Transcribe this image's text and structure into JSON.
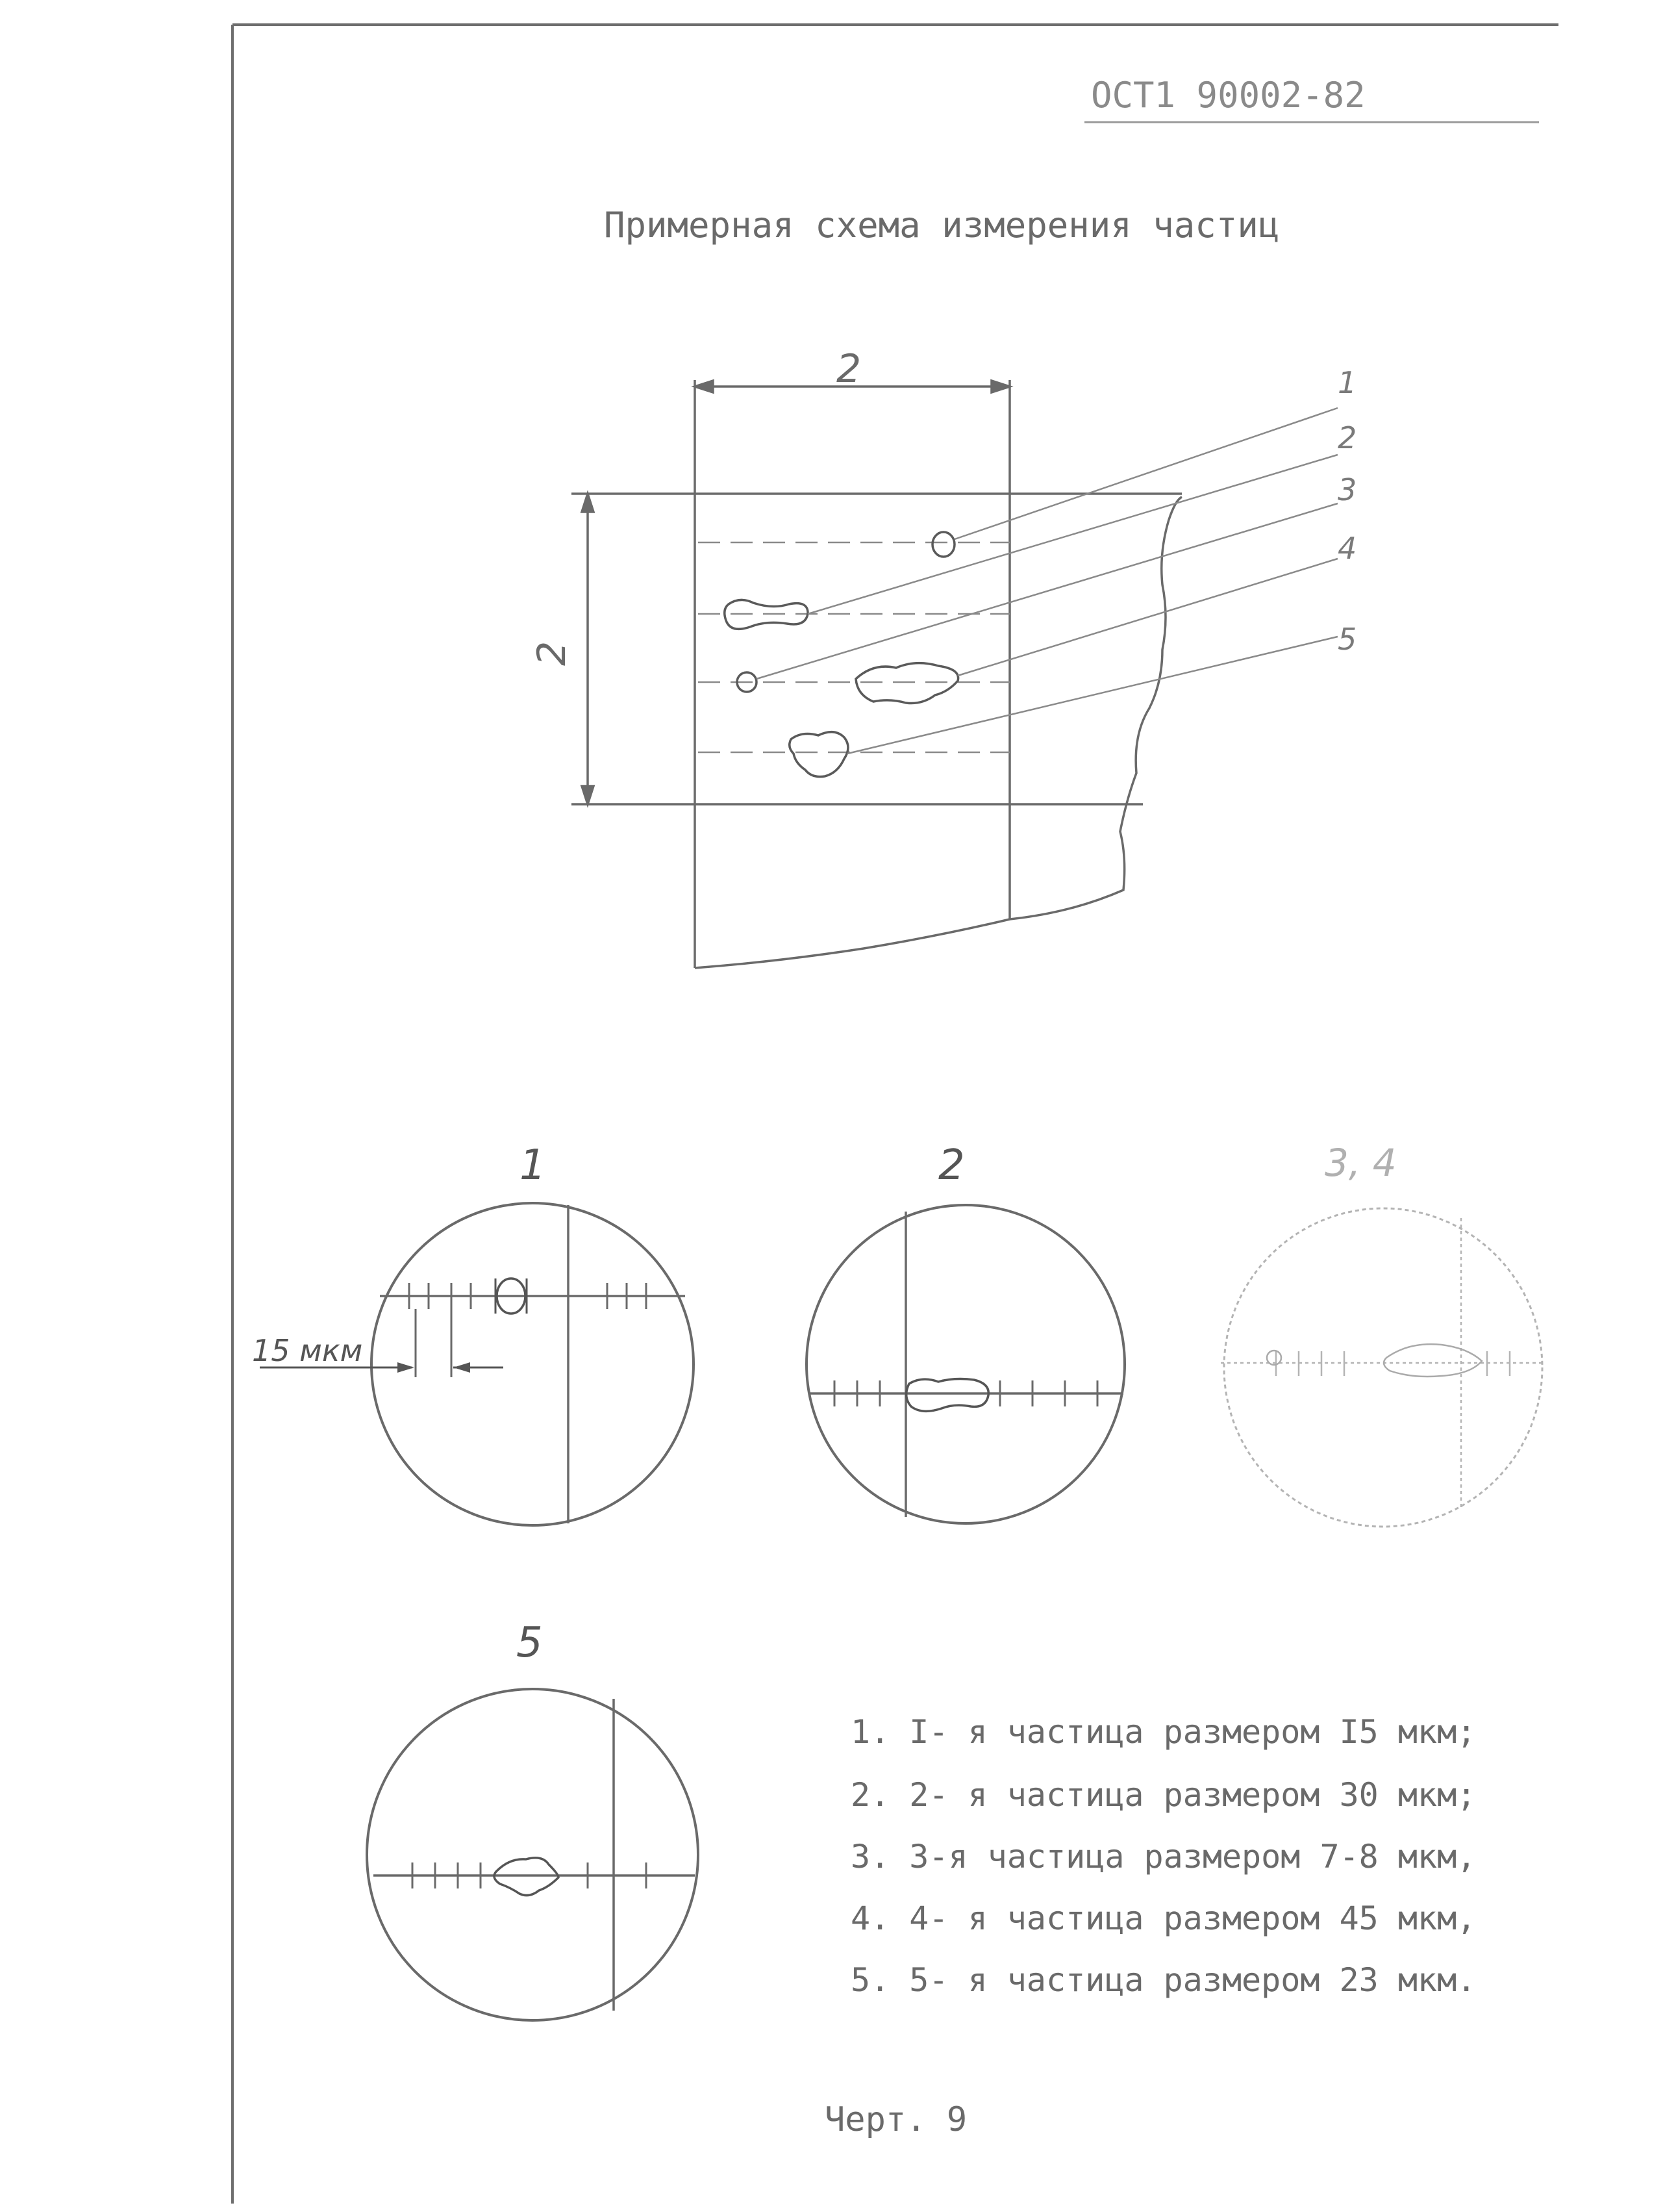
{
  "header": {
    "code": "ОСТ1 90002-82"
  },
  "title": "Примерная схема измерения частиц",
  "diagram": {
    "width_label": "2",
    "height_label": "2",
    "callouts": [
      "1",
      "2",
      "3",
      "4",
      "5"
    ]
  },
  "views": {
    "view1_label": "1",
    "scale_label": "15 мкм",
    "view2_label": "2",
    "view34_label": "3, 4",
    "view5_label": "5"
  },
  "legend": [
    "1. I- я частица размером I5 мкм;",
    "2. 2- я частица размером 30 мкм;",
    "3. 3-я частица размером 7-8 мкм,",
    "4. 4- я частица размером 45 мкм,",
    "5. 5- я частица размером 23 мкм."
  ],
  "footer": {
    "caption": "Черт. 9"
  },
  "colors": {
    "ink": "#5a5a5a",
    "faint": "#9a9a9a"
  }
}
